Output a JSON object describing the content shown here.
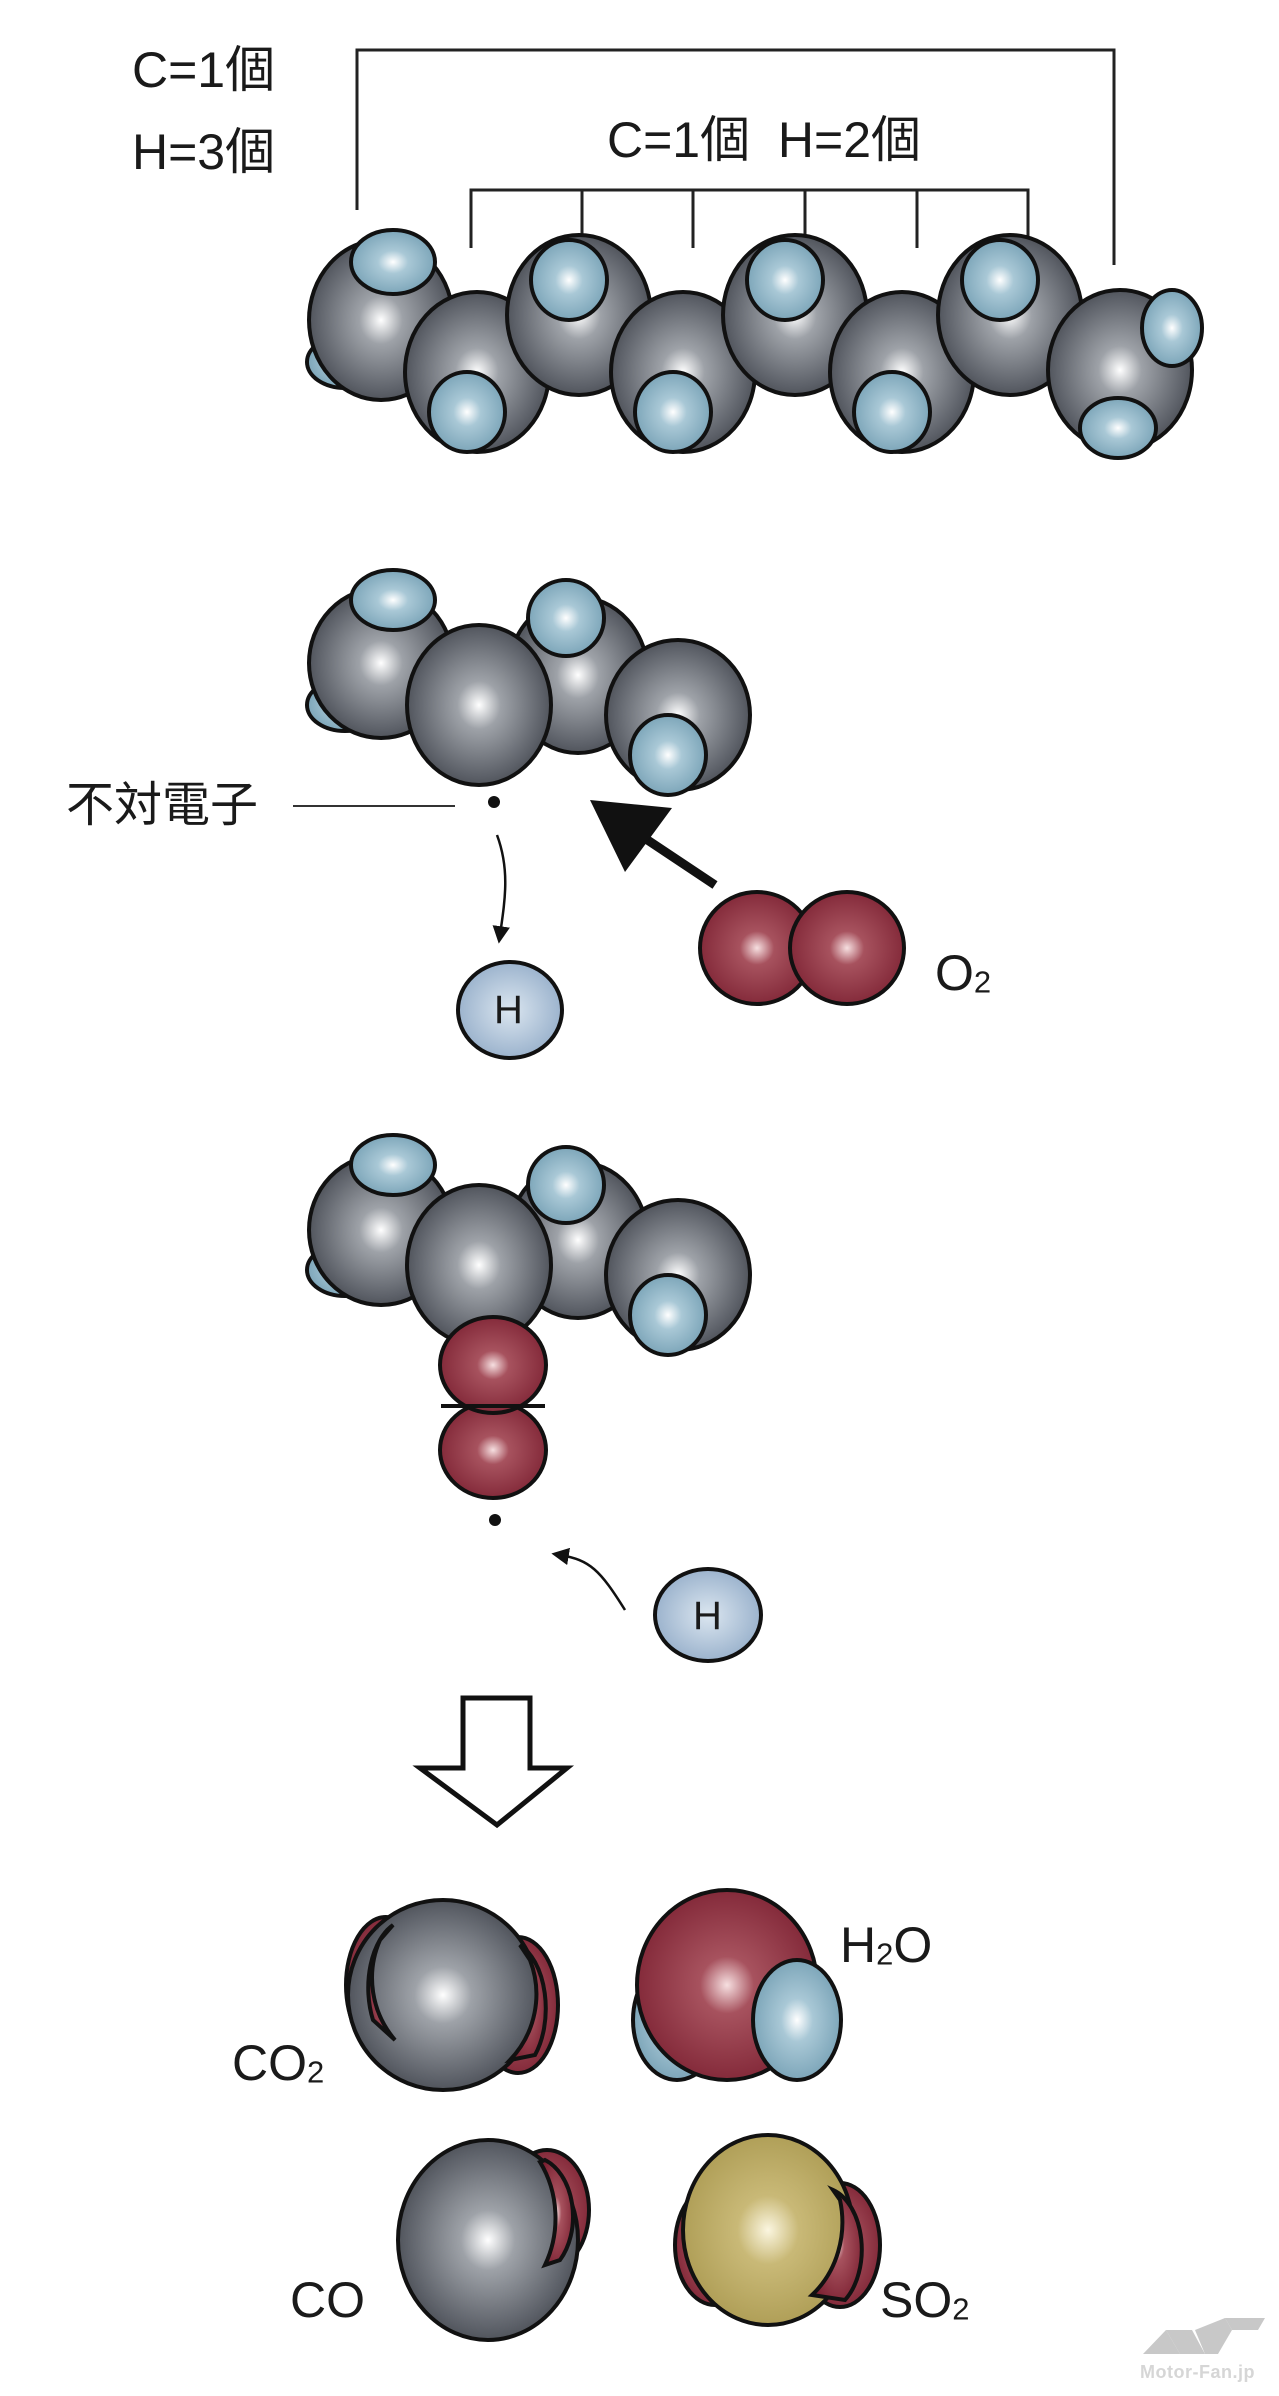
{
  "figure": {
    "title_labels": {
      "end_group": [
        "C=1個",
        "H=3個"
      ],
      "middle_group": "C=1個  H=2個"
    },
    "unpaired_electron_label": "不対電子",
    "hydrogen_symbol": "H",
    "oxygen_label": {
      "base": "O",
      "sub": "2"
    },
    "products": [
      {
        "id": "co2",
        "base": "CO",
        "sub": "2"
      },
      {
        "id": "h2o",
        "base": "H",
        "sub": "2",
        "tail": "O"
      },
      {
        "id": "co",
        "base": "CO",
        "sub": ""
      },
      {
        "id": "so2",
        "base": "SO",
        "sub": "2"
      }
    ],
    "watermark": {
      "brand": "Motor-Fan.jp"
    }
  },
  "colors": {
    "carbon": "#5f636b",
    "hydrogen": "#7fa9bd",
    "oxygen": "#8a2a3a",
    "sulfur": "#b5a55a",
    "outline": "#111111",
    "text": "#1a1a1a"
  }
}
